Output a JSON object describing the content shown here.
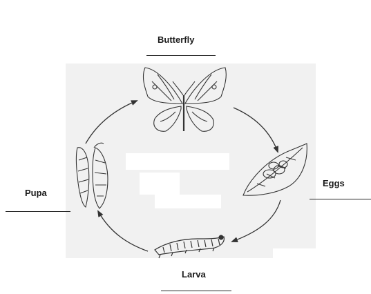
{
  "labels": {
    "butterfly": "Butterfly",
    "eggs": "Eggs",
    "larva": "Larva",
    "pupa": "Pupa"
  },
  "colors": {
    "ink": "#333333",
    "panel": "#f1f1f1"
  },
  "icons": [
    "butterfly-icon",
    "eggs-on-leaf-icon",
    "larva-icon",
    "pupa-icon"
  ]
}
